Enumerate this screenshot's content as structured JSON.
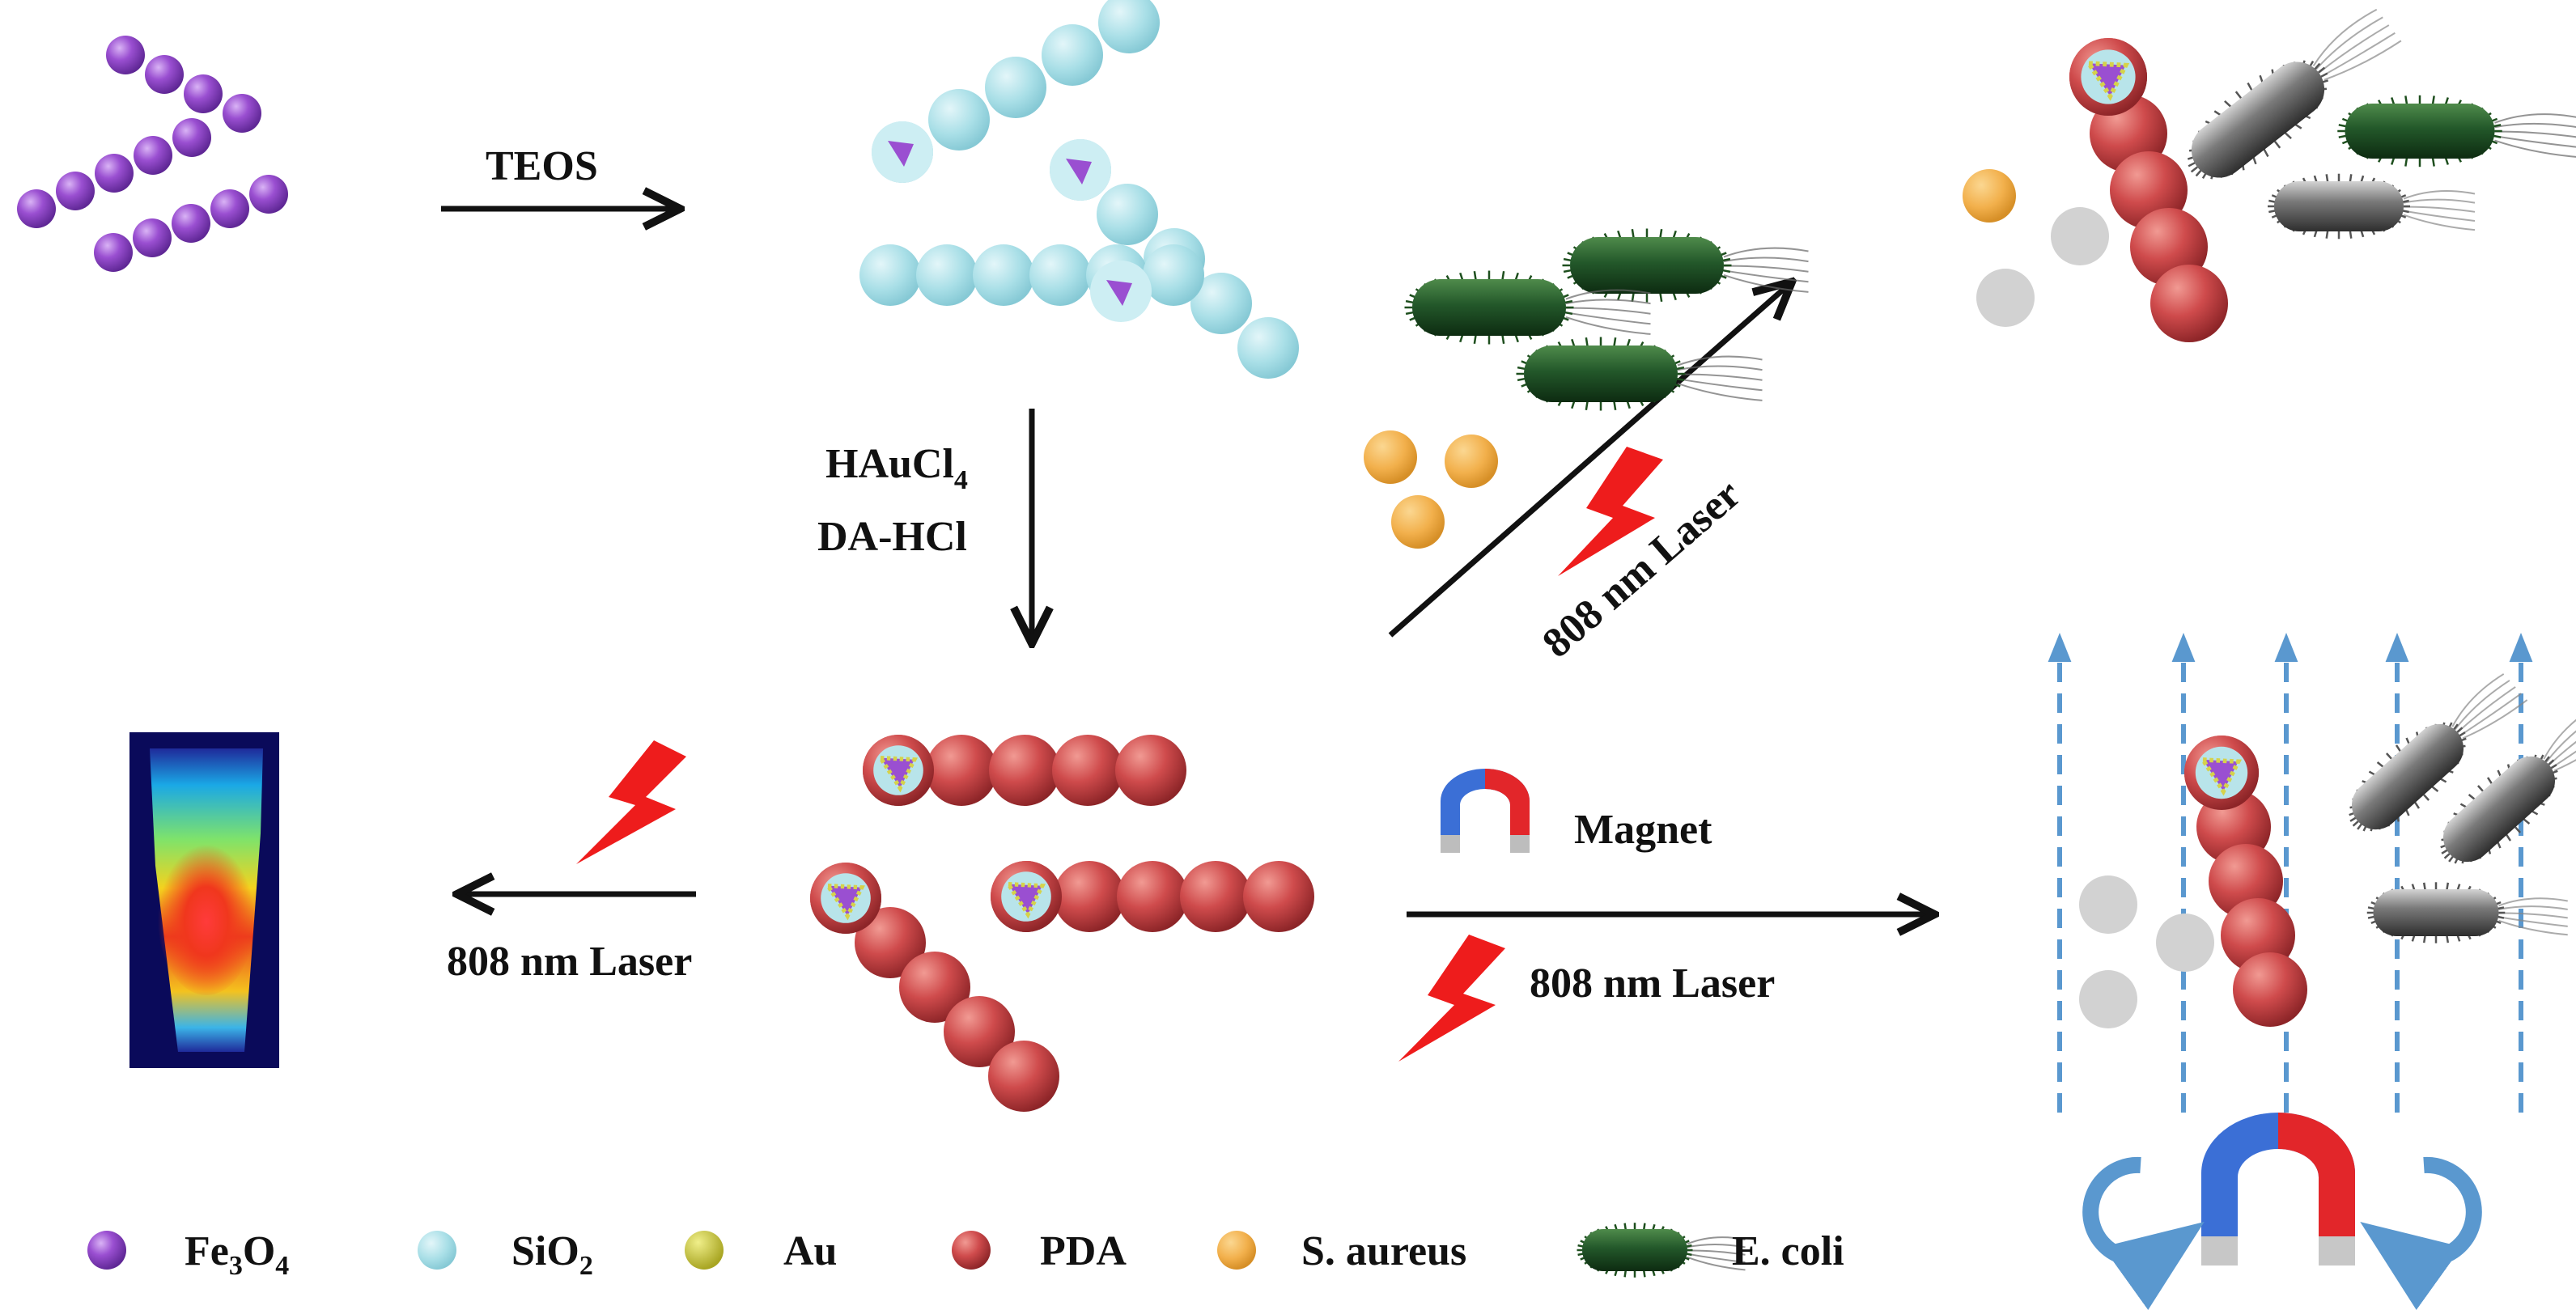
{
  "steps": {
    "teos": "TEOS",
    "haucl": "HAuCl",
    "haucl_sub": "4",
    "dahcl": "DA-HCl",
    "laser_left": "808 nm Laser",
    "laser_diag": "808 nm Laser",
    "magnet": "Magnet",
    "laser_right": "808 nm Laser"
  },
  "legend": [
    {
      "key": "fe3o4",
      "pre": "Fe",
      "sub1": "3",
      "mid": "O",
      "sub2": "4",
      "color": "#9a4fd1"
    },
    {
      "key": "sio2",
      "pre": "SiO",
      "sub1": "2",
      "color": "#a9dfe7"
    },
    {
      "key": "au",
      "label": "Au",
      "color": "#c9c93a"
    },
    {
      "key": "pda",
      "label": "PDA",
      "color": "#c0484a"
    },
    {
      "key": "saureus",
      "label": "S. aureus",
      "color": "#f0b24c"
    },
    {
      "key": "ecoli",
      "label": "E. coli",
      "color": "#1e4f1e"
    }
  ],
  "colors": {
    "fe3o4": "#9a4fd1",
    "sio2": "#a9dfe7",
    "au": "#d6d24a",
    "pda": "#c9484b",
    "saureus": "#f2b04c",
    "ecoli": "#23582a",
    "ecoli_gray": "#6e6e6e",
    "dead": "#d2d2d2",
    "arrow": "#111111",
    "laser": "#ee1c1c",
    "field": "#5a98cf"
  }
}
